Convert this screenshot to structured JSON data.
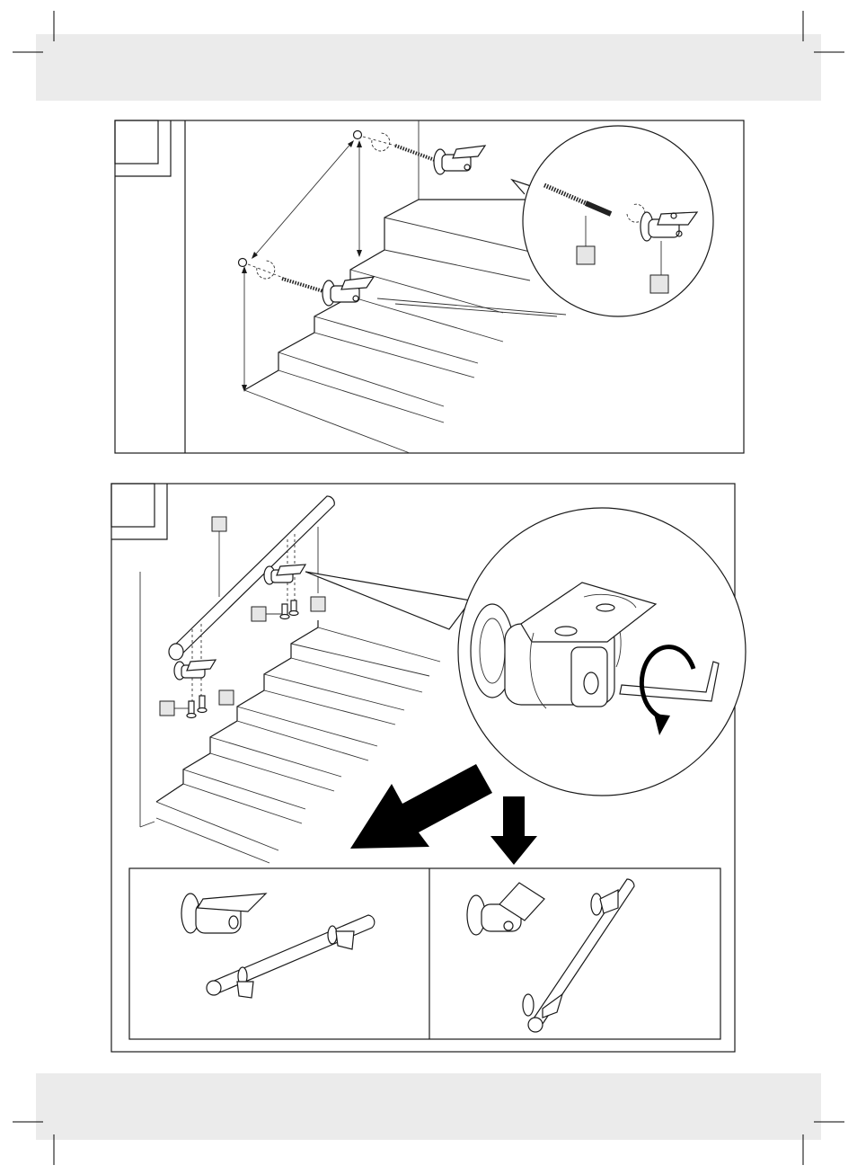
{
  "page": {
    "background": "#ffffff",
    "band_color": "#ebebeb",
    "line_color": "#1a1a1a"
  },
  "figure_1": {
    "description_items": [
      "wall-plug",
      "screw",
      "bracket",
      "drill-hole",
      "stairs"
    ],
    "callout_boxes": 2,
    "icons": [
      "wall-plug-icon",
      "screw-icon",
      "bracket-icon",
      "magnifier-circle"
    ]
  },
  "figure_2": {
    "callout_boxes": 5,
    "icons": [
      "handrail-icon",
      "bracket-icon",
      "screw-icon",
      "allen-key-icon",
      "rotate-arrow-icon",
      "down-arrow-icon"
    ],
    "variants": [
      "horizontal-mount",
      "angled-mount"
    ]
  }
}
